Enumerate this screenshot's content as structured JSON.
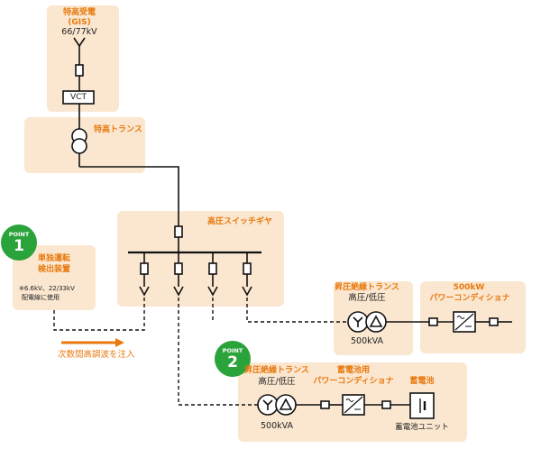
{
  "receiving": {
    "title": "特高受電",
    "gis": "(GIS)",
    "voltage": "66/77kV",
    "vct": "VCT"
  },
  "main_transformer": {
    "title": "特高トランス"
  },
  "hv_switchgear": {
    "title": "高圧スイッチギヤ"
  },
  "point1": {
    "label": "POINT",
    "number": "1",
    "title_line1": "単独運転",
    "title_line2": "検出装置",
    "note_line1": "※6.6kV、22/33kV",
    "note_line2": "配電線に使用"
  },
  "injection_note": "次数間高調波を注入",
  "pv_branch": {
    "transformer_title": "昇圧絶縁トランス",
    "transformer_ratio": "高圧/低圧",
    "transformer_capacity": "500kVA",
    "pcs_capacity": "500kW",
    "pcs_title": "パワーコンディショナ"
  },
  "point2": {
    "label": "POINT",
    "number": "2"
  },
  "battery_branch": {
    "transformer_title": "昇圧絶縁トランス",
    "transformer_ratio": "高圧/低圧",
    "transformer_capacity": "500kVA",
    "pcs_title_line1": "蓄電池用",
    "pcs_title_line2": "パワーコンディショナ",
    "battery_title": "蓄電池",
    "battery_unit": "蓄電池ユニット"
  },
  "colors": {
    "box_fill": "#fbe7d0",
    "accent_orange": "#e8790f",
    "point_green": "#2aa33a",
    "line": "#111111"
  }
}
